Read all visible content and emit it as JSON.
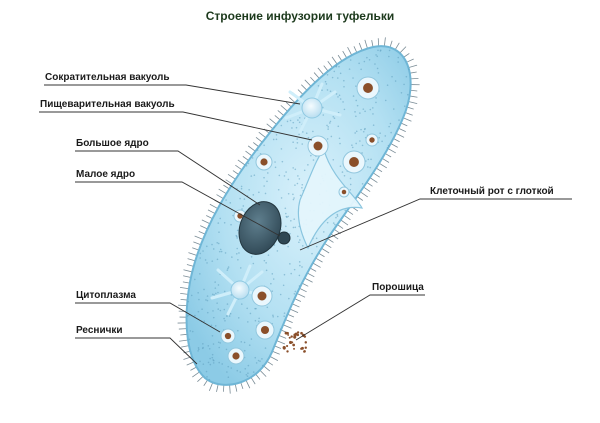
{
  "title": "Строение инфузории туфельки",
  "labels": {
    "contractile_vacuole": "Сократительная вакуоль",
    "digestive_vacuole": "Пищеварительная вакуоль",
    "macronucleus": "Большое ядро",
    "micronucleus": "Малое ядро",
    "cell_mouth": "Клеточный рот с глоткой",
    "cytoplasm": "Цитоплазма",
    "cilia": "Реснички",
    "anal_pore": "Порошица"
  },
  "colors": {
    "body_fill": "#a9dcf0",
    "body_edge": "#6fb6d6",
    "cilia": "#7a8c96",
    "nucleus": "#3a5563",
    "food": "#8a4f2a",
    "leader_line": "#333333",
    "title_text": "#1d3a1d"
  }
}
